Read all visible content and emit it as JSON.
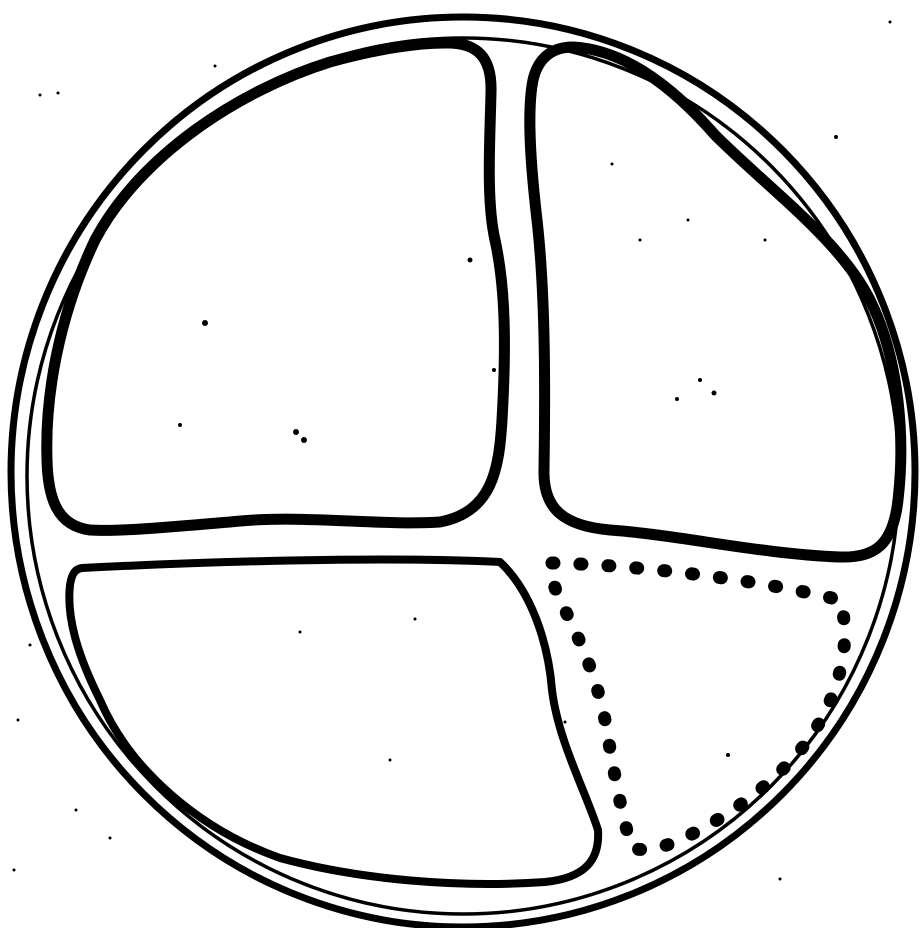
{
  "diagram": {
    "shape": "circle divided into four sections",
    "sections": [
      {
        "id": "upper-left",
        "outline": "solid-thick"
      },
      {
        "id": "upper-right",
        "outline": "solid-thick"
      },
      {
        "id": "lower-left",
        "outline": "solid-thin"
      },
      {
        "id": "lower-right",
        "outline": "dotted"
      }
    ],
    "colors": {
      "ink": "#000000",
      "background": "#ffffff"
    }
  }
}
